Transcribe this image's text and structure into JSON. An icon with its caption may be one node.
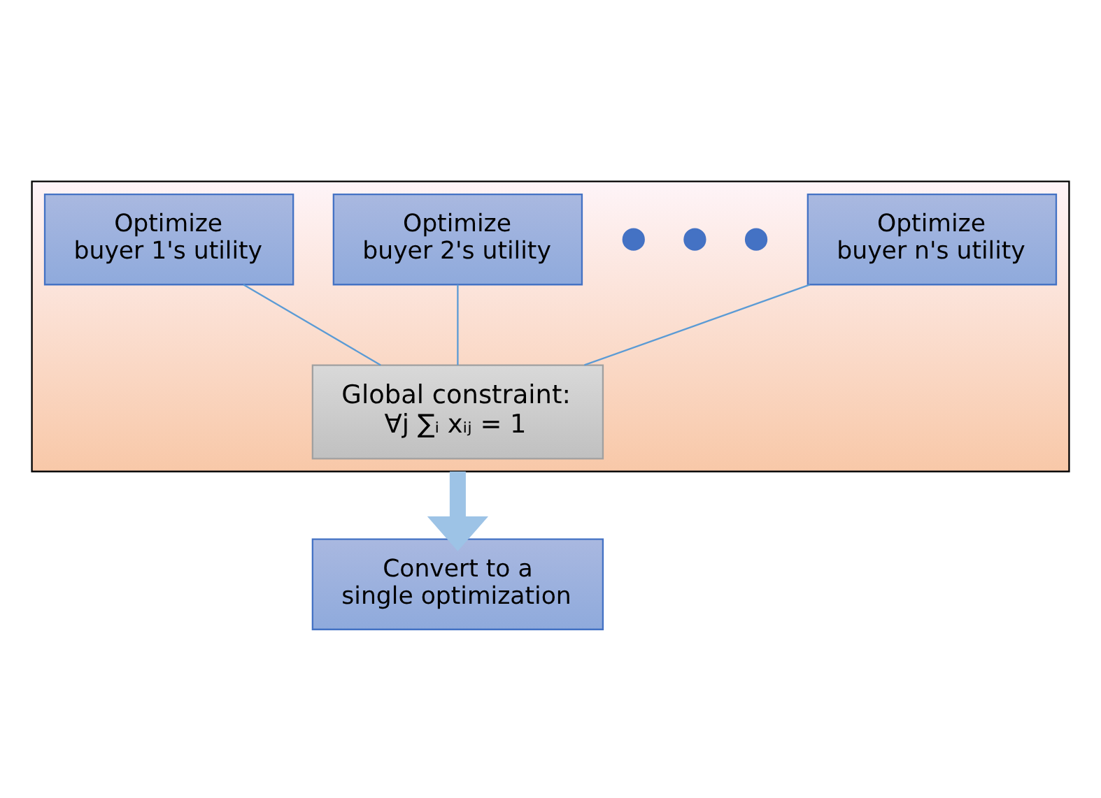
{
  "diagram": {
    "nodes": [
      {
        "text": [],
        "shape": "box"
      },
      {
        "text": [
          "Optimize buyer 1's utility"
        ],
        "in": 0
      },
      {
        "text": [
          "Optimize buyer 2's utility"
        ],
        "in": 0
      },
      {
        "text": [],
        "shape": "circle",
        "in": 0
      },
      {
        "text": [],
        "shape": "circle",
        "in": 0
      },
      {
        "text": [],
        "shape": "circle",
        "in": 0
      },
      {
        "text": [
          "Optimize buyer n's utility"
        ],
        "in": 0
      },
      {
        "text": [
          "Global constraint:",
          "∀j ∑ᵢ xᵢⱼ = 1"
        ],
        "in": 0
      },
      {
        "text": [
          "Convert to a single optimization"
        ]
      }
    ],
    "edges": [
      {
        "from": 1,
        "to": 7,
        "arrow": "none"
      },
      {
        "from": 2,
        "to": 7,
        "arrow": "none"
      },
      {
        "from": 6,
        "to": 7,
        "arrow": "none"
      },
      {
        "from": 0,
        "to": 8,
        "arrow": "to",
        "style": "thick",
        "color": "#9dc3e6"
      }
    ]
  }
}
